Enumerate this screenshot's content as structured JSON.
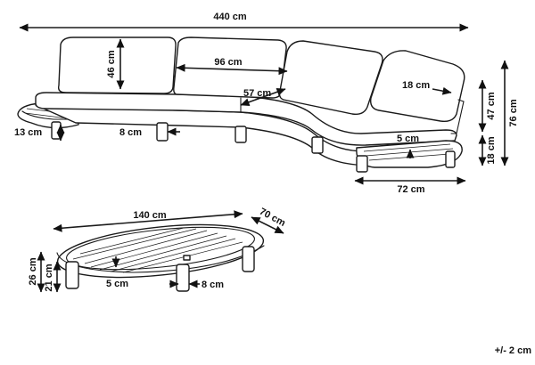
{
  "dimensions": {
    "sofa_width": "440 cm",
    "back_height": "46 cm",
    "seat_width": "96 cm",
    "seat_depth": "57 cm",
    "armrest": "18 cm",
    "seat_height": "47 cm",
    "total_height": "76 cm",
    "leg_gap": "18 cm",
    "side_table_height": "13 cm",
    "leg_width": "8 cm",
    "side_table_thickness": "5 cm",
    "side_table_width": "72 cm",
    "coffee_table_length": "140 cm",
    "coffee_table_depth": "70 cm",
    "coffee_table_height": "26 cm",
    "coffee_table_under": "21 cm",
    "coffee_table_top": "5 cm",
    "coffee_table_leg": "8 cm"
  },
  "tolerance": "+/- 2 cm",
  "colors": {
    "line": "#1a1a1a",
    "background": "#ffffff"
  }
}
